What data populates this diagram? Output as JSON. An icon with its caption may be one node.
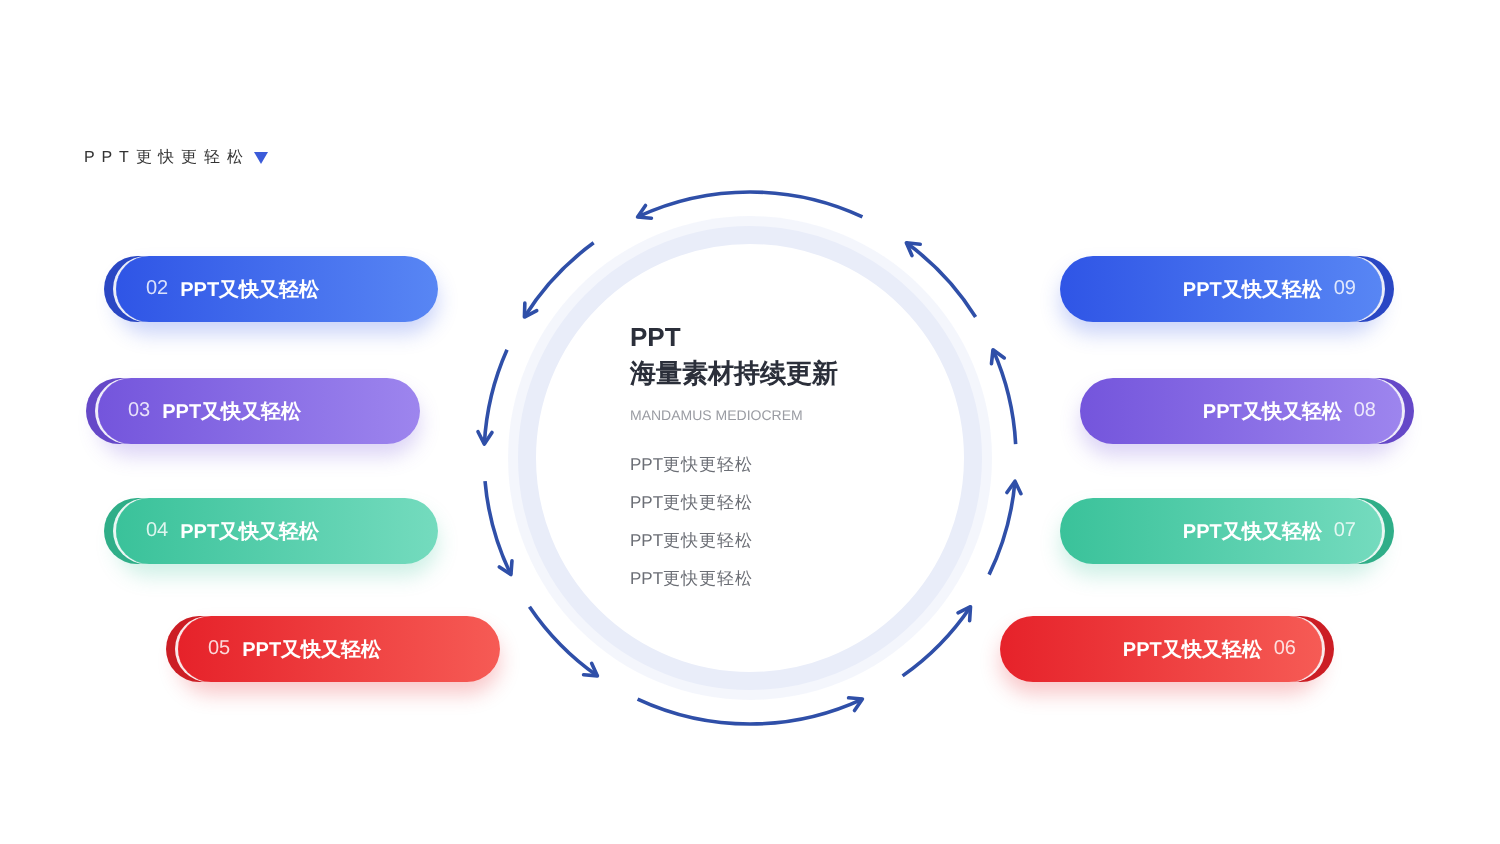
{
  "diagram": {
    "nodes": [
      {
        "text": [
          "PPT",
          "海量素材持续更新",
          "MANDAMUS MEDIOCREM",
          "PPT更快更轻松",
          "PPT更快更轻松",
          "PPT更快更轻松",
          "PPT更快更轻松"
        ]
      },
      {
        "text": [
          "02",
          "PPT又快又轻松"
        ]
      },
      {
        "text": [
          "03",
          "PPT又快又轻松"
        ]
      },
      {
        "text": [
          "04",
          "PPT又快又轻松"
        ]
      },
      {
        "text": [
          "05",
          "PPT又快又轻松"
        ]
      },
      {
        "text": [
          "PPT又快又轻松",
          "06"
        ]
      },
      {
        "text": [
          "PPT又快又轻松",
          "07"
        ]
      },
      {
        "text": [
          "PPT又快又轻松",
          "08"
        ]
      },
      {
        "text": [
          "PPT又快又轻松",
          "09"
        ]
      }
    ],
    "labels": [
      "PPT更快更轻松"
    ]
  }
}
